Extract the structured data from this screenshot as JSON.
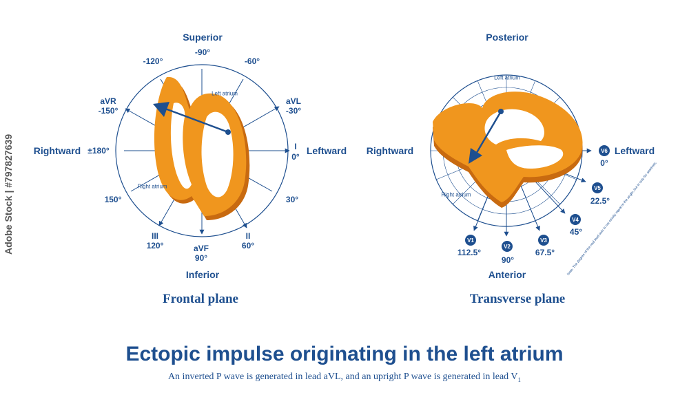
{
  "side_id": "Adobe Stock | #797827639",
  "frontal": {
    "superior": "Superior",
    "inferior": "Inferior",
    "rightward": "Rightward",
    "leftward": "Leftward",
    "deg_m90": "-90°",
    "deg_m120": "-120°",
    "deg_m60": "-60°",
    "avr": "aVR",
    "avr_deg": "-150°",
    "avl": "aVL",
    "avl_deg": "-30°",
    "deg_180": "±180°",
    "lead_i": "I",
    "lead_i_deg": "0°",
    "deg_150": "150°",
    "deg_30": "30°",
    "lead_iii": "III",
    "lead_iii_deg": "120°",
    "avf": "aVF",
    "avf_deg": "90°",
    "lead_ii": "II",
    "lead_ii_deg": "60°",
    "left_atrium": "Left atrium",
    "right_atrium": "Right atrium",
    "plane_label": "Frontal plane"
  },
  "transverse": {
    "posterior": "Posterior",
    "anterior": "Anterior",
    "rightward": "Rightward",
    "leftward": "Leftward",
    "left_atrium": "Left atrium",
    "right_atrium": "Right atrium",
    "v6": "V6",
    "v6_deg": "0°",
    "v5": "V5",
    "v5_deg": "22.5°",
    "v4": "V4",
    "v4_deg": "45°",
    "v3": "V3",
    "v3_deg": "67.5°",
    "v2": "V2",
    "v2_deg": "90°",
    "v1": "V1",
    "v1_deg": "112.5°",
    "note": "Note: The degree of the real lead axis is not strictly equal to the angle, but is only for aesthetic",
    "plane_label": "Transverse plane"
  },
  "title": "Ectopic impulse originating in the left atrium",
  "subtitle": "An inverted P wave is generated in lead aVL, and an upright P wave is generated in lead V",
  "subtitle_sub": "1",
  "colors": {
    "blue": "#1e4f8f",
    "orange": "#f0961e",
    "orange_dark": "#c86a10"
  }
}
